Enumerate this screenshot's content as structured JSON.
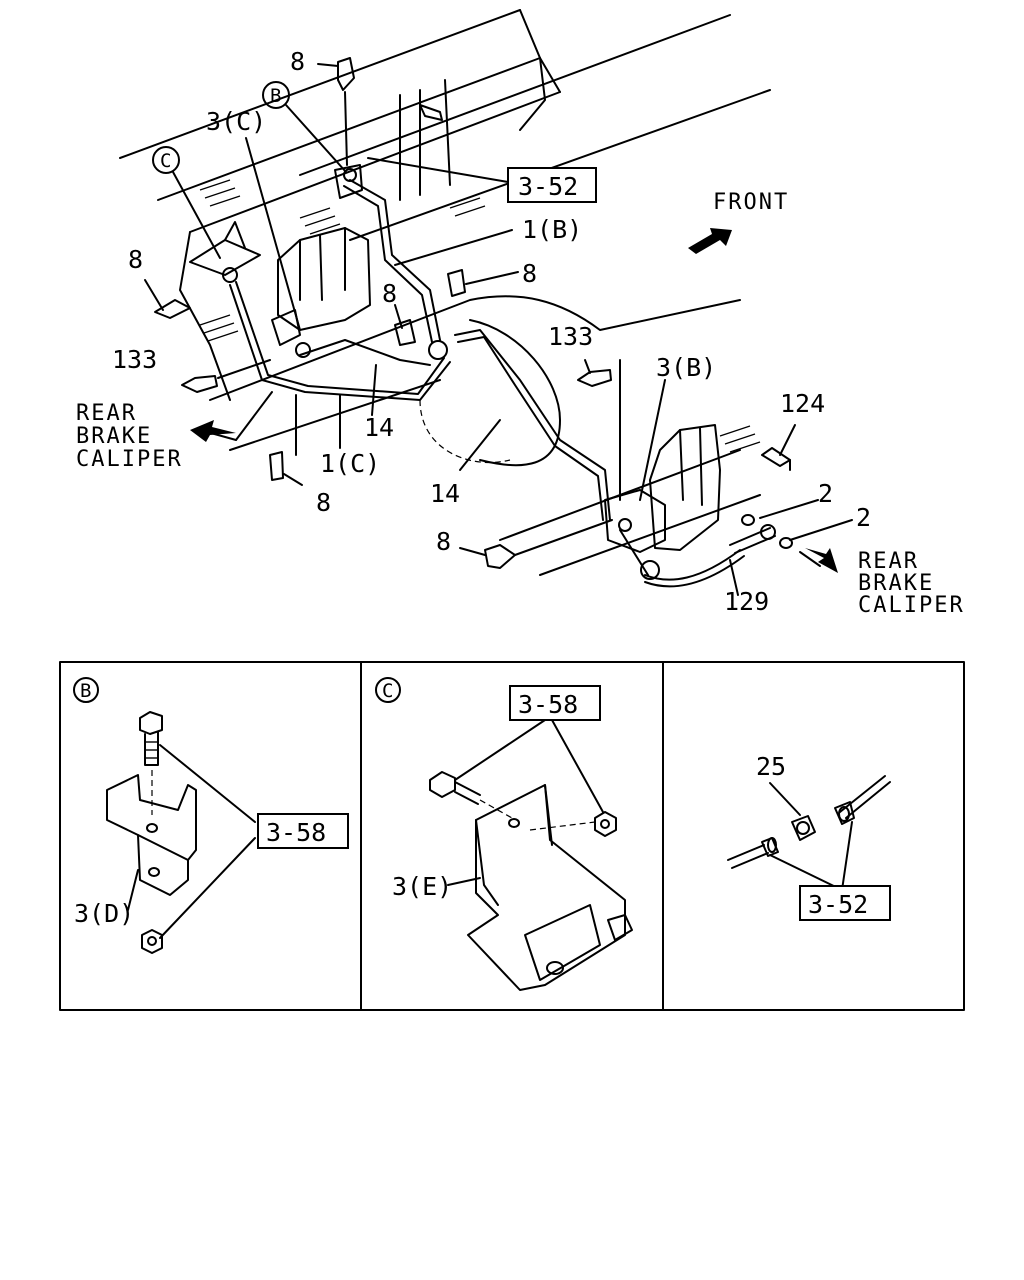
{
  "diagram": {
    "main": {
      "front_label": "FRONT",
      "caliper_left": [
        "REAR",
        "BRAKE",
        "CALIPER"
      ],
      "caliper_right": [
        "REAR",
        "BRAKE",
        "CALIPER"
      ],
      "callouts": {
        "c8_top": "8",
        "c8_left": "8",
        "c8_mid": "8",
        "c8_right": "8",
        "c8_bottom_left": "8",
        "c8_bottom_right": "8",
        "c3c": "3(C)",
        "c1b": "1(B)",
        "c1c": "1(C)",
        "c14_a": "14",
        "c14_b": "14",
        "c133_left": "133",
        "c133_right": "133",
        "c3b": "3(B)",
        "c124": "124",
        "c2_a": "2",
        "c2_b": "2",
        "c129": "129"
      },
      "ref_box": "3-52",
      "circle_b": "B",
      "circle_c": "C"
    },
    "panels": {
      "panel_b": {
        "circle": "B",
        "ref_box": "3-58",
        "part": "3(D)"
      },
      "panel_c": {
        "circle": "C",
        "ref_box": "3-58",
        "part": "3(E)"
      },
      "panel_3": {
        "part": "25",
        "ref_box": "3-52"
      }
    }
  }
}
